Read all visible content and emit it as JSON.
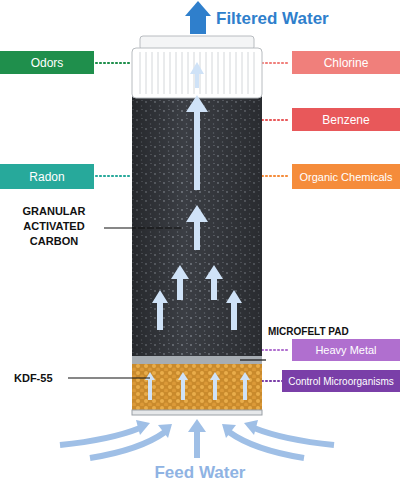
{
  "diagram": {
    "nodes": [
      {
        "text": [
          "Odors"
        ]
      },
      {
        "text": [
          "Chlorine"
        ]
      },
      {
        "text": [
          "Benzene"
        ]
      },
      {
        "text": [
          "Radon"
        ]
      },
      {
        "text": [
          "Organic Chemicals"
        ]
      },
      {
        "text": [
          "Heavy Metal"
        ]
      },
      {
        "text": [
          "Control Microorganisms"
        ]
      }
    ],
    "labels": [
      "Filtered Water",
      "GRANULAR ACTIVATED CARBON",
      "KDF-55",
      "MICROFELT PAD",
      "Feed Water"
    ]
  }
}
